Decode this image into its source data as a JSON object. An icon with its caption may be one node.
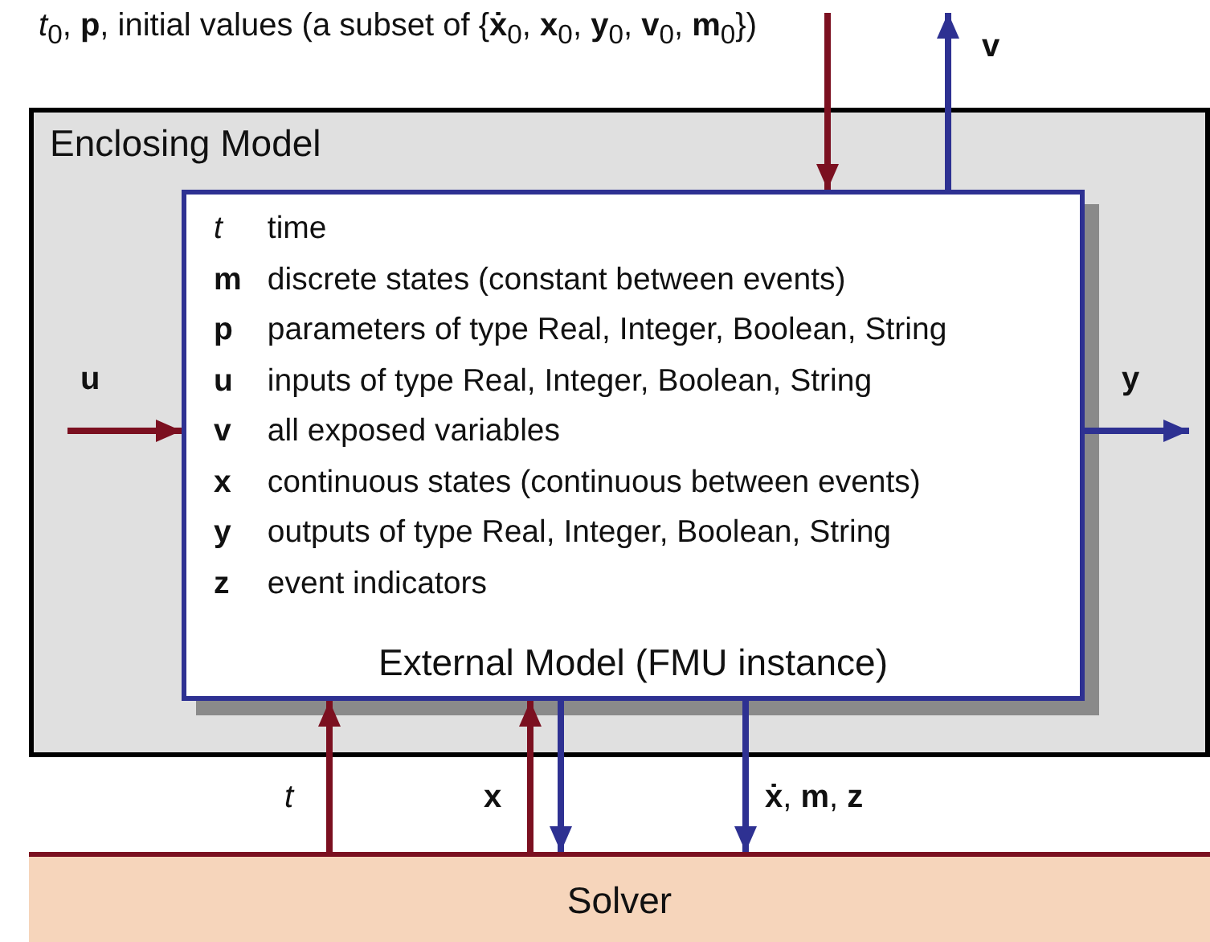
{
  "diagram": {
    "nodes": [
      {
        "text": [
          "Enclosing Model"
        ]
      },
      {
        "text": [
          "*t* time",
          "**m** discrete states (constant between events)",
          "**p** parameters of type Real, Integer, Boolean, String",
          "**u** inputs of type Real, Integer, Boolean, String",
          "**v** all exposed variables",
          "**x** continuous states (continuous between events)",
          "**y** outputs of type Real, Integer, Boolean, String",
          "**z** event indicators",
          "External Model (FMU instance)"
        ],
        "in": 0
      },
      {
        "text": [
          "Solver"
        ]
      }
    ],
    "edges": [
      {
        "from": null,
        "to": 1,
        "arrow": "to",
        "label": "*t*$_{0}$, **p**, initial values (a subset of {**ẋ**$_{0}$, **x**$_{0}$, **y**$_{0}$, **v**$_{0}$, **m**$_{0}$})",
        "color": "#7b1020"
      },
      {
        "from": 1,
        "to": null,
        "arrow": "to",
        "label": "**v**",
        "color": "#2e3192"
      },
      {
        "from": null,
        "to": 1,
        "arrow": "to",
        "label": "**u**",
        "color": "#7b1020"
      },
      {
        "from": 1,
        "to": null,
        "arrow": "to",
        "label": "**y**",
        "color": "#2e3192"
      },
      {
        "from": 2,
        "to": 1,
        "arrow": "to",
        "label": "*t*",
        "color": "#7b1020"
      },
      {
        "from": 2,
        "to": 1,
        "arrow": "to",
        "label": "**x**",
        "color": "#7b1020"
      },
      {
        "from": 1,
        "to": 2,
        "arrow": "to",
        "color": "#2e3192"
      },
      {
        "from": 1,
        "to": 2,
        "arrow": "to",
        "label": "**ẋ**, **m**, **z**",
        "color": "#2e3192"
      }
    ]
  }
}
